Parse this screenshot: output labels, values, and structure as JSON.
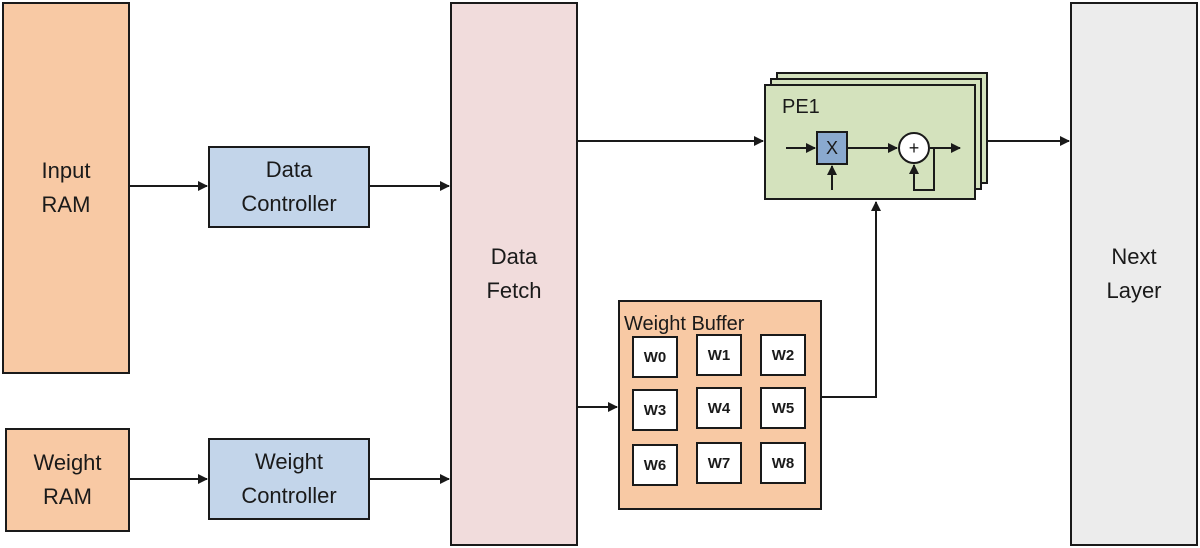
{
  "blocks": {
    "input_ram": "Input\nRAM",
    "weight_ram": "Weight\nRAM",
    "data_controller": "Data\nController",
    "weight_controller": "Weight\nController",
    "data_fetch": "Data\nFetch",
    "next_layer": "Next\nLayer"
  },
  "pe": {
    "label": "PE1",
    "multiplier": "X",
    "adder": "+"
  },
  "weight_buffer": {
    "title": "Weight Buffer",
    "cells": [
      "W0",
      "W1",
      "W2",
      "W3",
      "W4",
      "W5",
      "W6",
      "W7",
      "W8"
    ]
  }
}
